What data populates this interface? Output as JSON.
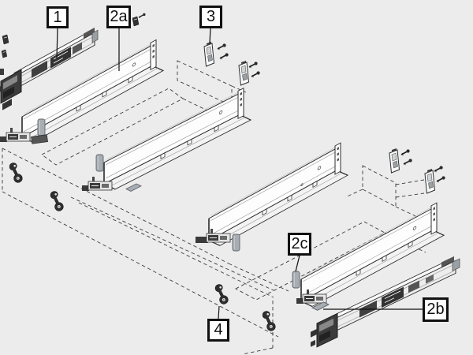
{
  "diagram": {
    "description": "exploded-drawer-runner-assembly-diagram",
    "callouts": [
      {
        "id": "callout-1",
        "label": "1"
      },
      {
        "id": "callout-2a",
        "label": "2a"
      },
      {
        "id": "callout-3",
        "label": "3"
      },
      {
        "id": "callout-2c",
        "label": "2c"
      },
      {
        "id": "callout-4",
        "label": "4"
      },
      {
        "id": "callout-2b",
        "label": "2b"
      }
    ],
    "colors": {
      "background": "#ececec",
      "line_art": "#2e2e2e",
      "panel_fill": "#fdfdfd",
      "cover_cap_gray": "#a7adb2",
      "dark_part": "#3a3a3a",
      "callout_border": "#111111",
      "callout_background": "#ffffff",
      "callout_text": "#111111"
    }
  }
}
